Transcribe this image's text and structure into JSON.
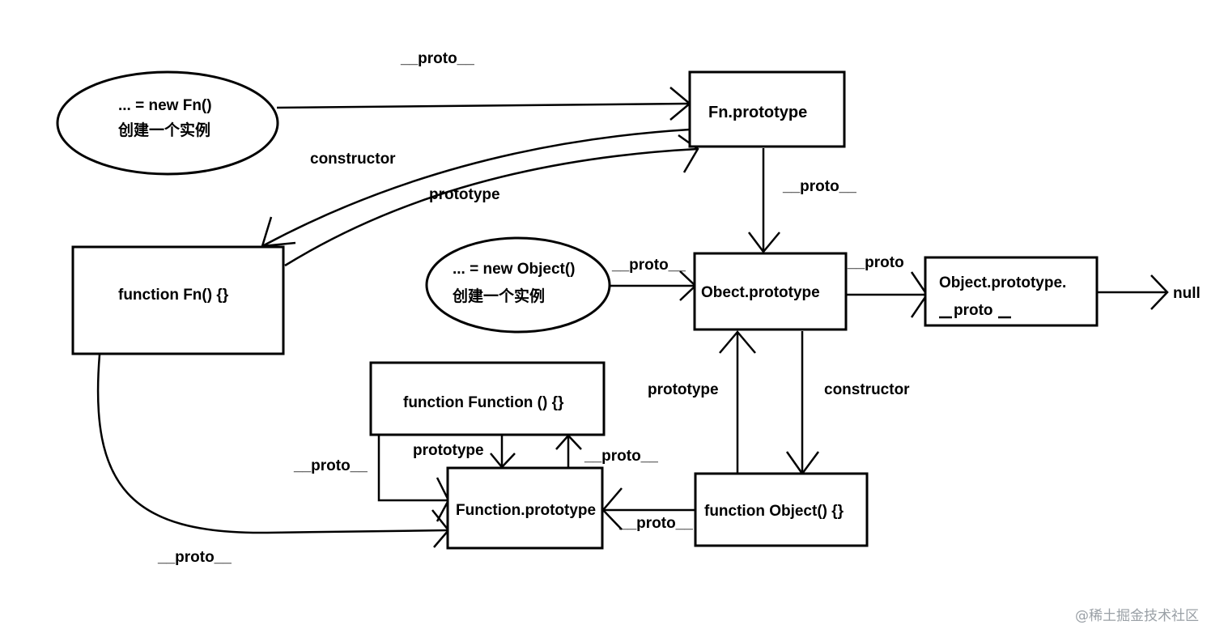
{
  "nodes": {
    "new_fn_instance": {
      "line1": "... = new Fn()",
      "line2": "创建一个实例"
    },
    "fn_prototype": {
      "label": "Fn.prototype"
    },
    "function_fn": {
      "label": "function Fn() {}"
    },
    "new_object_instance": {
      "line1": "... = new Object()",
      "line2": "创建一个实例"
    },
    "obect_prototype": {
      "label": "Obect.prototype"
    },
    "object_prototype_proto": {
      "line1": "Object.prototype.",
      "line2": "proto"
    },
    "null_label": {
      "label": "null"
    },
    "function_function": {
      "label": "function Function () {}"
    },
    "function_prototype": {
      "label": "Function.prototype"
    },
    "function_object": {
      "label": "function Object() {}"
    }
  },
  "edges": {
    "instance_to_fn_prototype": "__proto__",
    "fn_prototype_constructor": "constructor",
    "fn_prototype_link": "prototype",
    "fn_prototype_to_obect": "__proto__",
    "object_instance_to_obect": "__proto__",
    "obect_to_object_proto": "__proto",
    "obect_prototype_link": "prototype",
    "obect_constructor": "constructor",
    "function_function_proto": "__proto__",
    "function_function_prototype": "prototype",
    "function_prototype_up_proto": "__proto__",
    "function_object_proto": "__proto__",
    "function_fn_proto": "__proto__"
  },
  "watermark": "@稀土掘金技术社区"
}
